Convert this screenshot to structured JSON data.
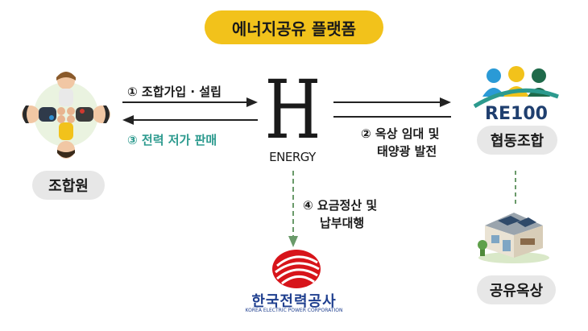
{
  "title": "에너지공유 플랫폼",
  "center": {
    "letter": "H",
    "word": "ENERGY"
  },
  "nodes": {
    "members": "조합원",
    "coop": "협동조합",
    "coop_logo": "RE100",
    "rooftop": "공유옥상",
    "kepco_name": "한국전력공사",
    "kepco_sub": "KOREA ELECTRIC POWER CORPORATION"
  },
  "steps": {
    "s1": "① 조합가입 · 설립",
    "s2_line1": "② 옥상 임대 및",
    "s2_line2": "태양광 발전",
    "s3": "③ 전력 저가 판매",
    "s4_line1": "④ 요금정산 및",
    "s4_line2": "납부대행"
  },
  "colors": {
    "accent": "#f2c21b",
    "teal": "#2c9a8e",
    "kepco_red": "#d7141a",
    "kepco_blue": "#1f3f8f",
    "dashed_green": "#6a9a6a"
  }
}
